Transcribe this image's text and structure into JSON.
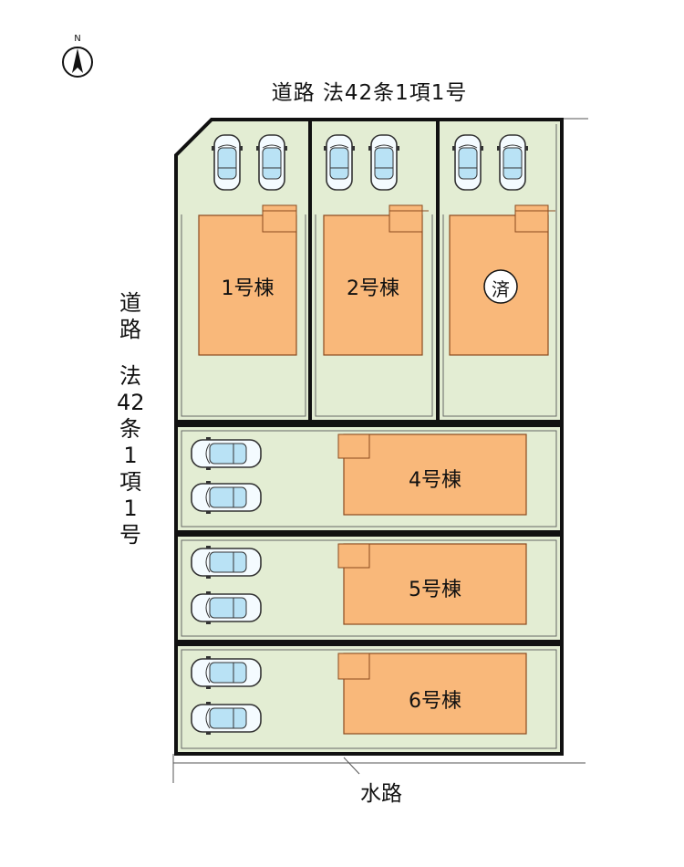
{
  "compass": {
    "letter": "N"
  },
  "road_top": {
    "label": "道路 法42条1項1号"
  },
  "road_left": {
    "chars": [
      "道",
      "路",
      "",
      "法",
      "42",
      "条",
      "1",
      "項",
      "1",
      "号"
    ]
  },
  "waterway": {
    "label": "水路"
  },
  "houses": [
    {
      "id": 1,
      "label": "1号棟"
    },
    {
      "id": 2,
      "label": "2号棟"
    },
    {
      "id": 3,
      "label": "済",
      "sold": true
    },
    {
      "id": 4,
      "label": "4号棟"
    },
    {
      "id": 5,
      "label": "5号棟"
    },
    {
      "id": 6,
      "label": "6号棟"
    }
  ],
  "colors": {
    "lot": "#e3edd3",
    "house": "#f9b87a",
    "house_border": "#a0522d",
    "car_body": "#bfe6f7",
    "boundary": "#111111"
  }
}
